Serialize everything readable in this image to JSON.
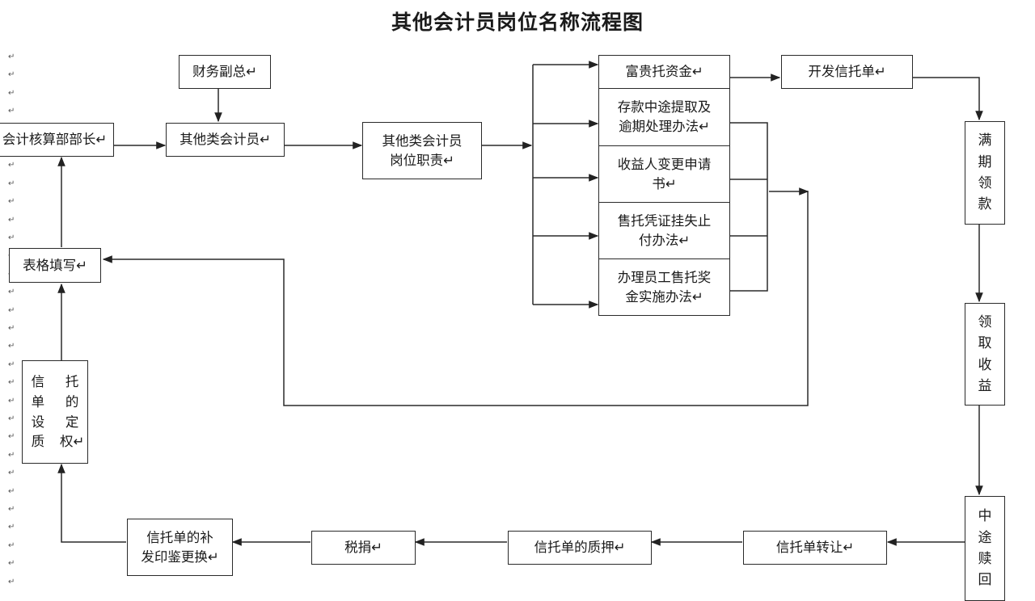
{
  "title": "其他会计员岗位名称流程图",
  "line_marks": [
    "↵",
    "↵",
    "↵",
    "↵",
    "↵",
    "↵",
    "↵",
    "↵",
    "↵",
    "↵",
    "↵",
    "↵",
    "↵",
    "↵",
    "↵",
    "↵",
    "↵",
    "↵",
    "↵",
    "↵",
    "↵",
    "↵",
    "↵",
    "↵",
    "↵",
    "↵",
    "↵",
    "↵",
    "↵",
    "↵"
  ],
  "nodes": {
    "finance_vp": "财务副总↵",
    "accounting_head": "会计核算部部长↵",
    "other_accountant": "其他类会计员↵",
    "job_duties": "其他类会计员\n岗位职责↵",
    "trust_funds": "富贵托资金↵",
    "withdraw_overdue": "存款中途提取及\n逾期处理办法↵",
    "beneficiary_change": "收益人变更申请\n书↵",
    "certificate_loss": "售托凭证挂失止\n付办法↵",
    "employee_bonus": "办理员工售托奖\n金实施办法↵",
    "issue_trust_bill": "开发信托单↵",
    "maturity_collect": "满\n期\n领\n款",
    "receive_income": "领\n取\n收\n益",
    "midway_redeem": "中\n途\n赎\n回",
    "trust_transfer": "信托单转让↵",
    "trust_pledge": "信托单的质押↵",
    "tax": "税捐↵",
    "reissue_seal": "信托单的补\n发印鉴更换↵",
    "pledge_setup": [
      "信",
      "托",
      "单",
      "的",
      "设",
      "定",
      "质",
      "权↵"
    ],
    "form_fill": "表格填写↵"
  }
}
